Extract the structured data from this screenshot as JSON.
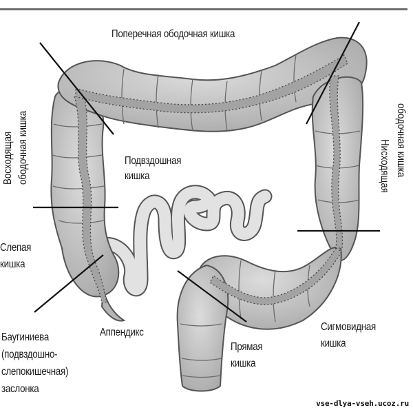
{
  "diagram": {
    "title": "Поперечная ободочная кишка",
    "labels": {
      "transverse_colon": "Поперечная ободочная кишка",
      "ascending_colon_line1": "Восходящая",
      "ascending_colon_line2": "ободочная кишка",
      "descending_colon_line1": "Нисходящая",
      "descending_colon_line2": "ободочная кишка",
      "ileum_line1": "Подвздошная",
      "ileum_line2": "кишка",
      "cecum_line1": "Слепая",
      "cecum_line2": "кишка",
      "appendix": "Аппендикс",
      "bauhin_line1": "Баугиниева",
      "bauhin_line2": "(подвздошно-",
      "bauhin_line3": "слепокишечная)",
      "bauhin_line4": "заслонка",
      "rectum_line1": "Прямая",
      "rectum_line2": "кишка",
      "sigmoid_line1": "Сигмовидная",
      "sigmoid_line2": "кишка"
    },
    "colors": {
      "organ_fill": "#c4c4c4",
      "organ_shade": "#a9a9a9",
      "organ_outline": "#555555",
      "lumen_fill": "#a0a0a0",
      "ileum_fill": "#dedede",
      "pointer_line": "#111111"
    }
  },
  "watermark": "vse-dlya-vseh.ucoz.ru"
}
